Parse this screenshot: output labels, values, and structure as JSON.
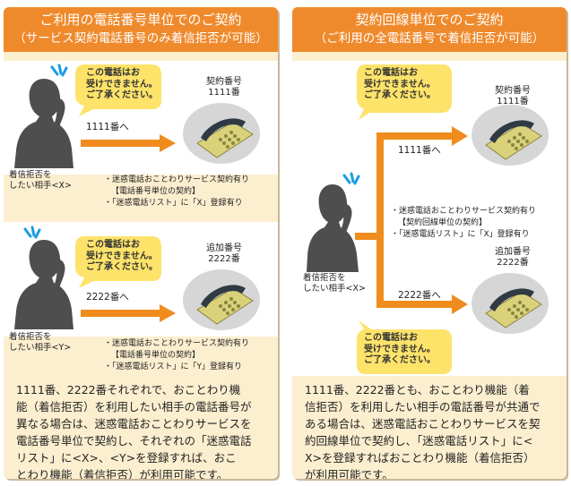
{
  "left_panel": {
    "title": "ご利用の電話番号単位でのご契約",
    "subtitle": "（サービス契約電話番号のみ着信拒否が可能）",
    "blocks": [
      {
        "bubble": "この電話はお\n受けできません。\nご了承ください。",
        "arrow_label": "1111番へ",
        "phone_label": "契約番号\n1111番",
        "caller_label": "着信拒否を\nしたい相手<X>",
        "note_line1": "・迷惑電話おことわりサービス契約有り",
        "note_line2": "【電話番号単位の契約】",
        "note_line3": "・「迷惑電話リスト」に「X」登録有り"
      },
      {
        "bubble": "この電話はお\n受けできません。\nご了承ください。",
        "arrow_label": "2222番へ",
        "phone_label": "追加番号\n2222番",
        "caller_label": "着信拒否を\nしたい相手<Y>",
        "note_line1": "・迷惑電話おことわりサービス契約有り",
        "note_line2": "【電話番号単位の契約】",
        "note_line3": "・「迷惑電話リスト」に「Y」登録有り"
      }
    ],
    "paragraph": "1111番、2222番それぞれで、おことわり機\n能（着信拒否）を利用したい相手の電話番号が\n異なる場合は、迷惑電話おことわりサービスを\n電話番号単位で契約し、それぞれの「迷惑電話\nリスト」に<X>、<Y>を登録すれば、おこ\nとわり機能（着信拒否）が利用可能です。"
  },
  "right_panel": {
    "title": "契約回線単位でのご契約",
    "subtitle": "（ご利用の全電話番号で着信拒否が可能）",
    "bubble_top": "この電話はお\n受けできません。\nご了承ください。",
    "bubble_bottom": "この電話はお\n受けできません。\nご了承ください。",
    "phone_top_label": "契約番号\n1111番",
    "phone_bottom_label": "追加番号\n2222番",
    "arrow_top_label": "1111番へ",
    "arrow_bottom_label": "2222番へ",
    "caller_label": "着信拒否を\nしたい相手<X>",
    "note_line1": "・迷惑電話おことわりサービス契約有り",
    "note_line2": "【契約回線単位の契約】",
    "note_line3": "・「迷惑電話リスト」に「X」登録有り",
    "paragraph": "1111番、2222番とも、おことわり機能（着\n信拒否）を利用したい相手の電話番号が共通で\nある場合は、迷惑電話おことわりサービスを契\n約回線単位で契約し、「迷惑電話リスト」に<\nX>を登録すればおことわり機能（着信拒否）\nが利用可能です。"
  },
  "colors": {
    "header": "#ef8a2c",
    "panel_bg": "#fcefd0",
    "arrow": "#f08c1e",
    "bubble": "#fde36a",
    "silhouette": "#4e4e4e",
    "phone_circle": "#d6d6d6",
    "phone_body": "#d9d27a"
  },
  "icons": [
    "person-on-phone-icon",
    "telephone-icon",
    "exclamation-mark-icon",
    "arrow-icon"
  ]
}
